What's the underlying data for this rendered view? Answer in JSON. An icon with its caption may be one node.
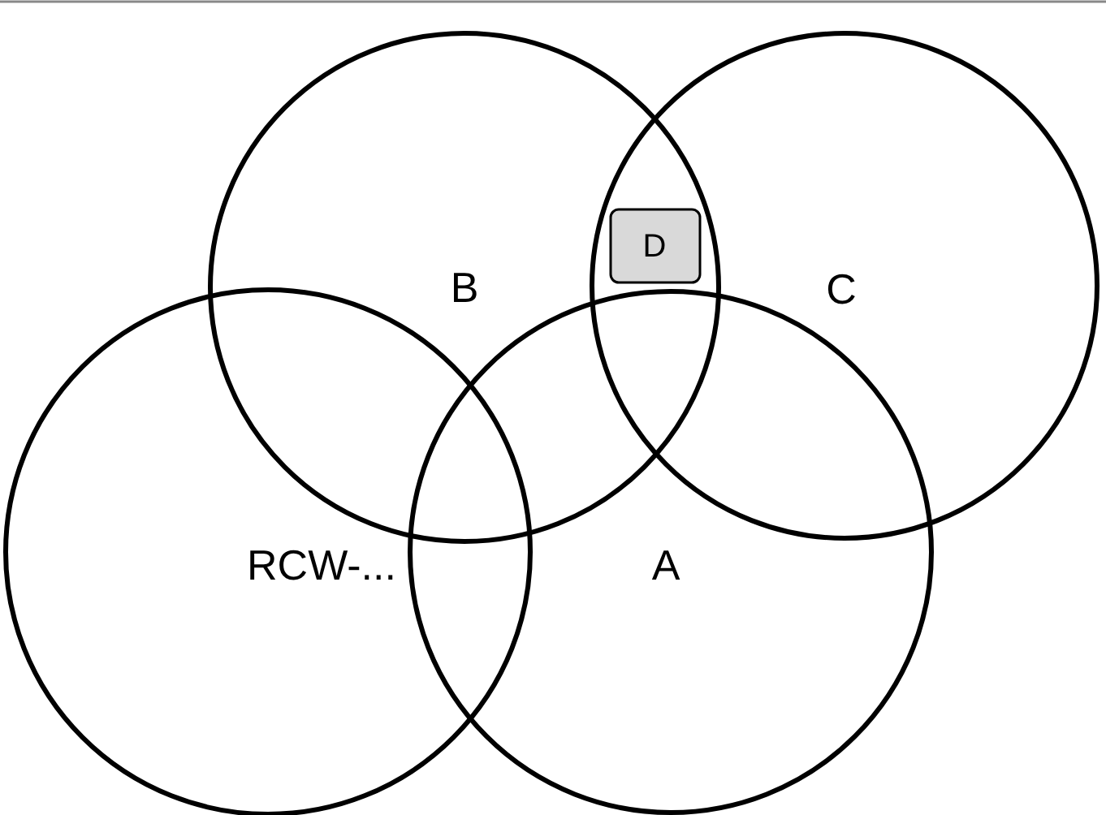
{
  "diagram": {
    "nodes": [
      {
        "text": [
          "D"
        ]
      },
      {
        "text": [
          "B"
        ]
      },
      {
        "text": [
          "C"
        ]
      },
      {
        "text": [
          "RCW-..."
        ]
      },
      {
        "text": [
          "A"
        ]
      }
    ]
  }
}
